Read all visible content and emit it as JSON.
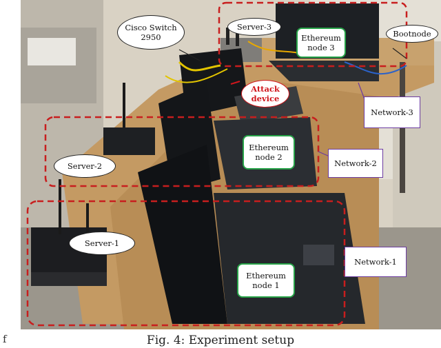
{
  "labels": {
    "cisco_switch": "Cisco Switch\n2950",
    "server_3": "Server-3",
    "eth_node_3": "Ethereum\nnode 3",
    "bootnode": "Bootnode",
    "attack_device": "Attack\ndevice",
    "network_3": "Network-3",
    "eth_node_2": "Ethereum\nnode 2",
    "network_2": "Network-2",
    "server_2": "Server-2",
    "server_1": "Server-1",
    "network_1": "Network-1",
    "eth_node_1": "Ethereum\nnode 1"
  },
  "caption": "Fig. 4: Experiment setup",
  "side_text": "f"
}
